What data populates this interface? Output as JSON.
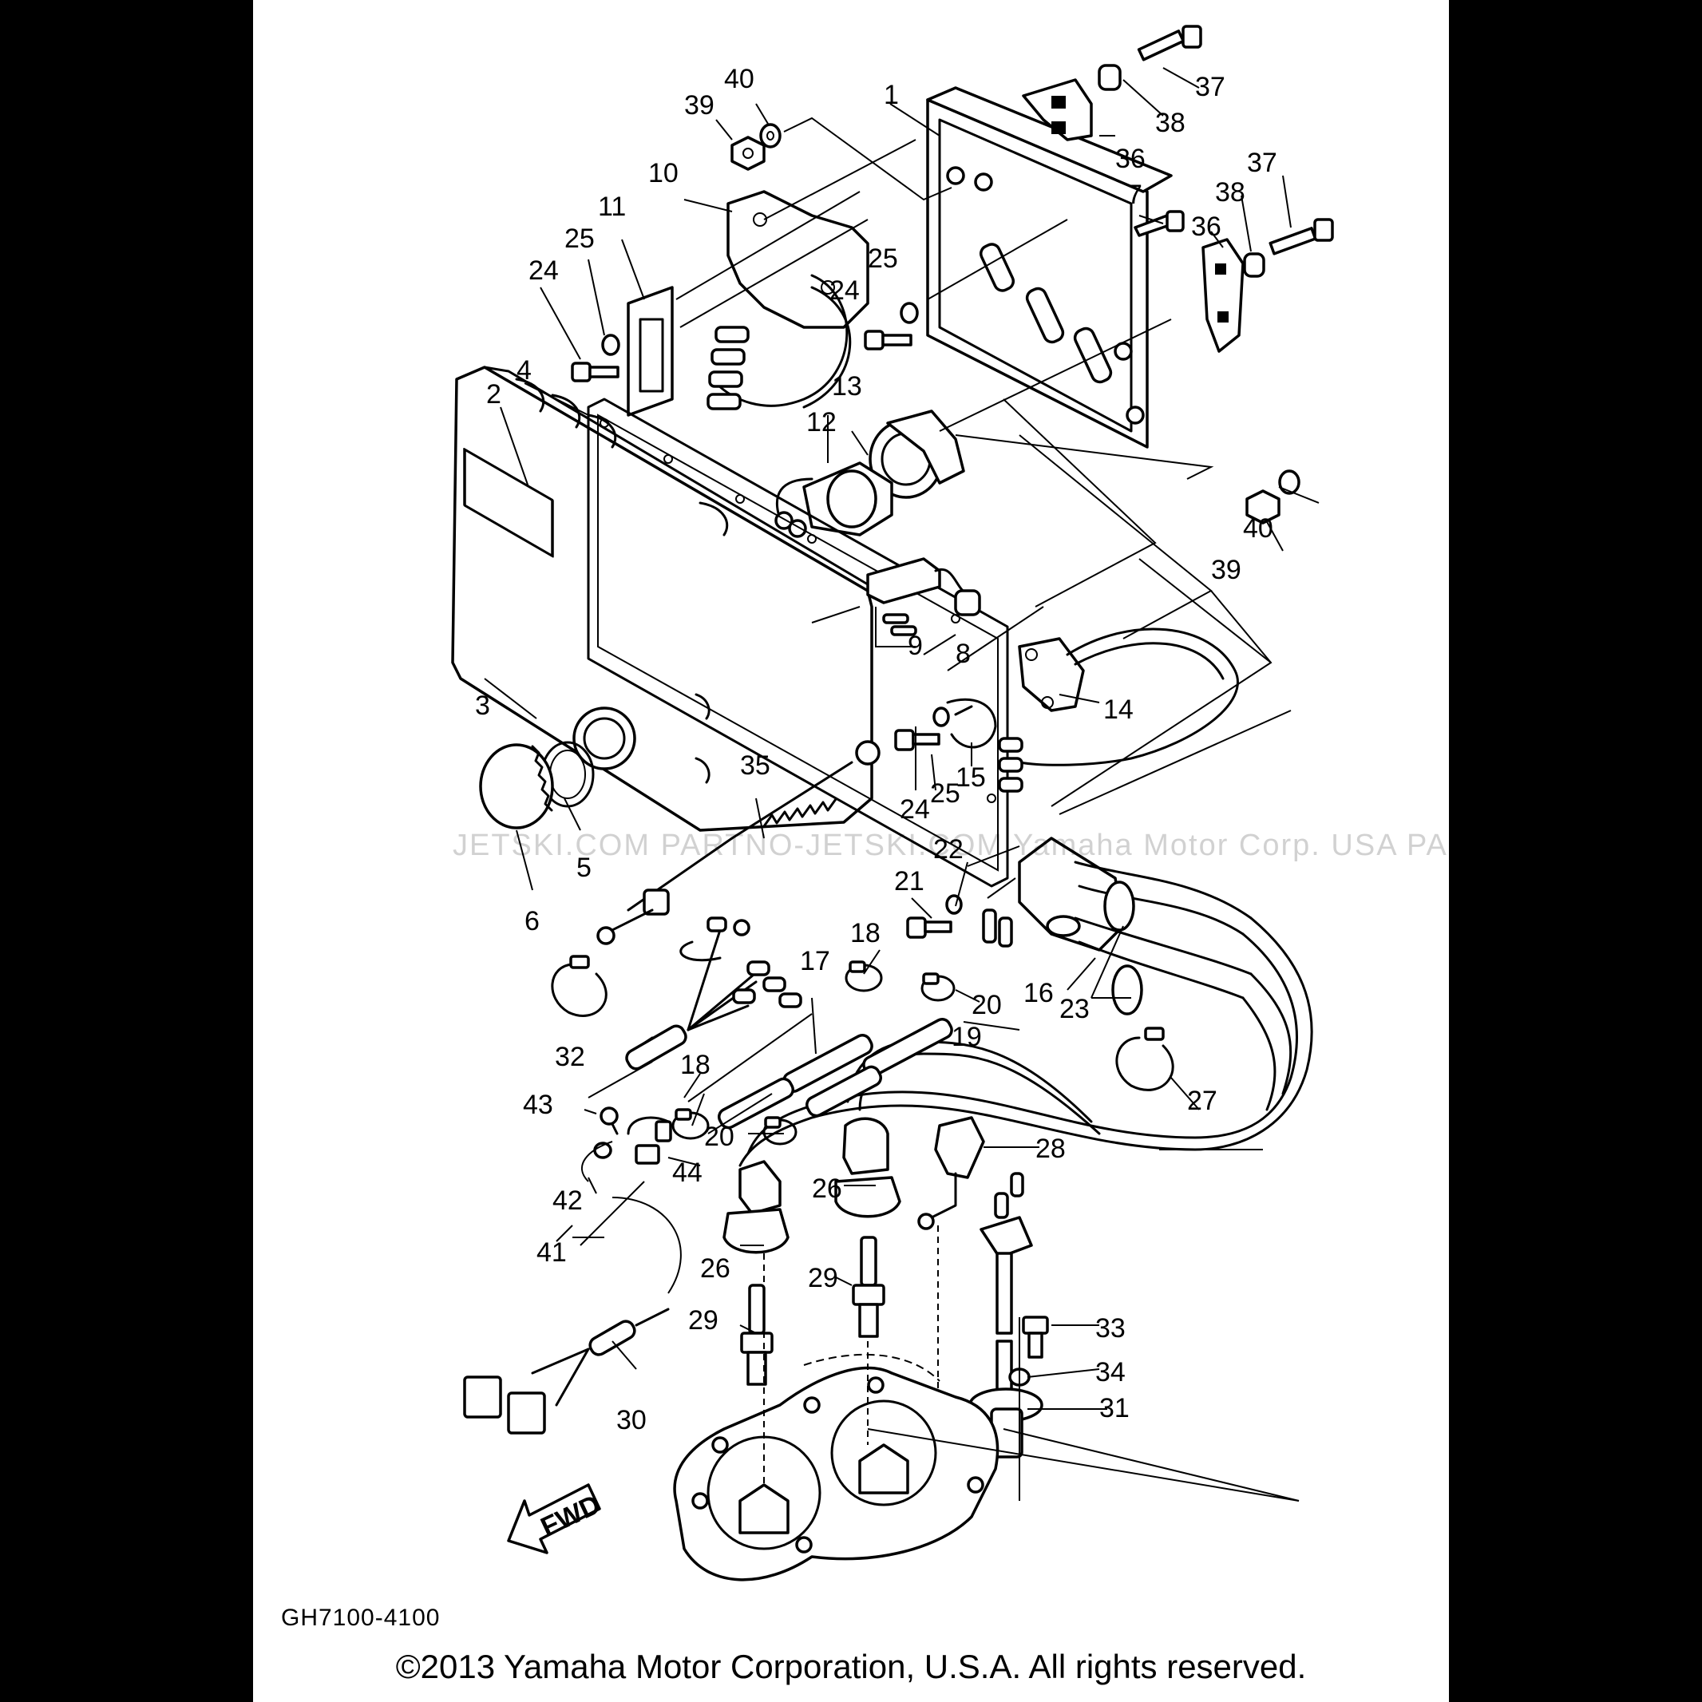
{
  "diagram": {
    "code": "GH7100-4100",
    "copyright": "©2013 Yamaha Motor Corporation, U.S.A. All rights reserved.",
    "watermark": "JETSKI.COM   PARTNO-JETSKI.COM   Yamaha Motor Corp. USA   PARTNO-JETSKI.COM",
    "fwd_label": "FWD",
    "labels": [
      {
        "id": "l1",
        "text": "1"
      },
      {
        "id": "l2",
        "text": "2"
      },
      {
        "id": "l3",
        "text": "3"
      },
      {
        "id": "l4",
        "text": "4"
      },
      {
        "id": "l5",
        "text": "5"
      },
      {
        "id": "l6",
        "text": "6"
      },
      {
        "id": "l7",
        "text": "7"
      },
      {
        "id": "l8",
        "text": "8"
      },
      {
        "id": "l9",
        "text": "9"
      },
      {
        "id": "l10",
        "text": "10"
      },
      {
        "id": "l11",
        "text": "11"
      },
      {
        "id": "l12",
        "text": "12"
      },
      {
        "id": "l13",
        "text": "13"
      },
      {
        "id": "l14",
        "text": "14"
      },
      {
        "id": "l15",
        "text": "15"
      },
      {
        "id": "l16",
        "text": "16"
      },
      {
        "id": "l17",
        "text": "17"
      },
      {
        "id": "l18a",
        "text": "18"
      },
      {
        "id": "l18b",
        "text": "18"
      },
      {
        "id": "l19",
        "text": "19"
      },
      {
        "id": "l20a",
        "text": "20"
      },
      {
        "id": "l20b",
        "text": "20"
      },
      {
        "id": "l21",
        "text": "21"
      },
      {
        "id": "l22",
        "text": "22"
      },
      {
        "id": "l23",
        "text": "23"
      },
      {
        "id": "l24a",
        "text": "24"
      },
      {
        "id": "l24b",
        "text": "24"
      },
      {
        "id": "l24c",
        "text": "24"
      },
      {
        "id": "l25a",
        "text": "25"
      },
      {
        "id": "l25b",
        "text": "25"
      },
      {
        "id": "l25c",
        "text": "25"
      },
      {
        "id": "l26a",
        "text": "26"
      },
      {
        "id": "l26b",
        "text": "26"
      },
      {
        "id": "l27",
        "text": "27"
      },
      {
        "id": "l28",
        "text": "28"
      },
      {
        "id": "l29a",
        "text": "29"
      },
      {
        "id": "l29b",
        "text": "29"
      },
      {
        "id": "l30",
        "text": "30"
      },
      {
        "id": "l31",
        "text": "31"
      },
      {
        "id": "l32",
        "text": "32"
      },
      {
        "id": "l33",
        "text": "33"
      },
      {
        "id": "l34",
        "text": "34"
      },
      {
        "id": "l35",
        "text": "35"
      },
      {
        "id": "l36a",
        "text": "36"
      },
      {
        "id": "l36b",
        "text": "36"
      },
      {
        "id": "l37a",
        "text": "37"
      },
      {
        "id": "l37b",
        "text": "37"
      },
      {
        "id": "l38a",
        "text": "38"
      },
      {
        "id": "l38b",
        "text": "38"
      },
      {
        "id": "l39a",
        "text": "39"
      },
      {
        "id": "l39b",
        "text": "39"
      },
      {
        "id": "l40a",
        "text": "40"
      },
      {
        "id": "l40b",
        "text": "40"
      },
      {
        "id": "l41",
        "text": "41"
      },
      {
        "id": "l42",
        "text": "42"
      },
      {
        "id": "l43",
        "text": "43"
      },
      {
        "id": "l44",
        "text": "44"
      }
    ]
  }
}
